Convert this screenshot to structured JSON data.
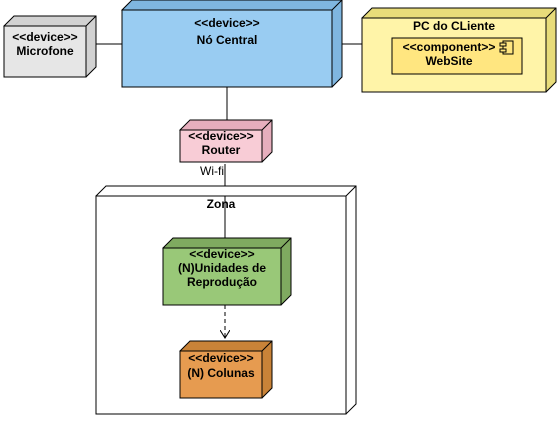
{
  "nodes": {
    "microfone": {
      "stereotype": "<<device>>",
      "name": "Microfone",
      "fill": "#e6e6e6"
    },
    "no_central": {
      "stereotype": "<<device>>",
      "name": "Nó Central",
      "fill": "#99ccf2"
    },
    "pc_cliente": {
      "name": "PC do CLiente",
      "fill": "#fff4a8"
    },
    "website": {
      "stereotype": "<<component>>",
      "name": "WebSite",
      "fill": "#ffe680"
    },
    "router": {
      "stereotype": "<<device>>",
      "name": "Router",
      "fill": "#f8ccd6"
    },
    "zona": {
      "name": "Zona",
      "fill": "#ffffff"
    },
    "unidades": {
      "stereotype": "<<device>>",
      "name_line1": "(N)Unidades de",
      "name_line2": "Reprodução",
      "fill": "#99c878"
    },
    "colunas": {
      "stereotype": "<<device>>",
      "name": "(N) Colunas",
      "fill": "#e69b50"
    }
  },
  "connections": {
    "router_zona_label": "Wi-fi"
  }
}
